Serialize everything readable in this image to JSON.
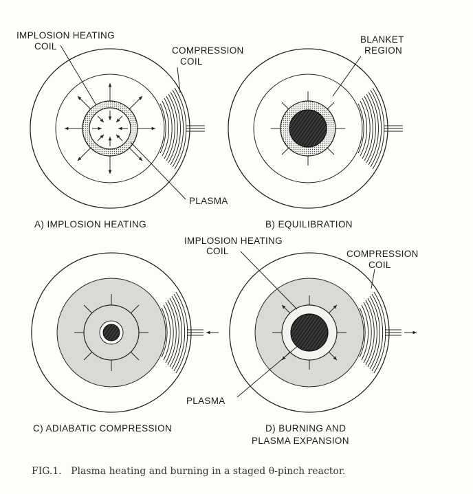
{
  "panels": {
    "a": {
      "caption": "A) IMPLOSION HEATING",
      "label_coil_line1": "IMPLOSION HEATING",
      "label_coil_line2": "COIL",
      "label_comp_line1": "COMPRESSION",
      "label_comp_line2": "COIL",
      "label_plasma": "PLASMA"
    },
    "b": {
      "caption": "B) EQUILIBRATION",
      "label_blanket_line1": "BLANKET",
      "label_blanket_line2": "REGION"
    },
    "c": {
      "caption": "C) ADIABATIC COMPRESSION"
    },
    "d": {
      "caption_line1": "D) BURNING AND",
      "caption_line2": "PLASMA EXPANSION",
      "label_coil_line1": "IMPLOSION HEATING",
      "label_coil_line2": "COIL",
      "label_comp_line1": "COMPRESSION",
      "label_comp_line2": "COIL",
      "label_plasma": "PLASMA"
    }
  },
  "figure_caption": "FIG.1.   Plasma heating and burning in a staged θ-pinch reactor.",
  "colors": {
    "ink": "#222222",
    "blanket_fill": "#d9d9d6",
    "plasma_fill": "#2a2a2a",
    "background": "#fdfdf9"
  }
}
